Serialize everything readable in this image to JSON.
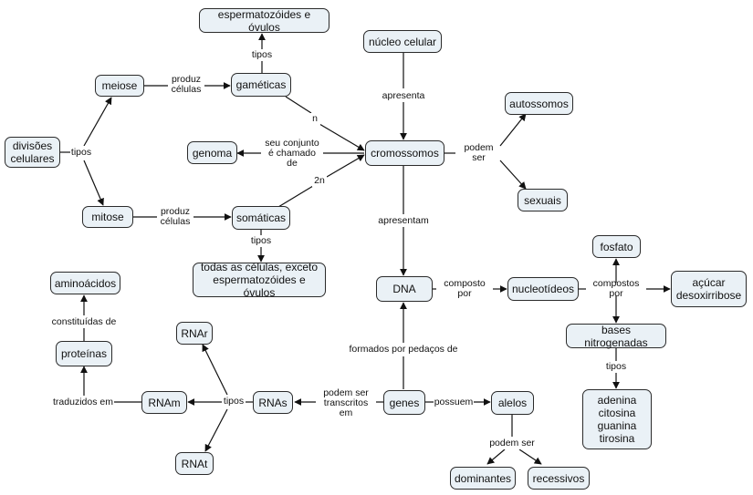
{
  "nodes": {
    "divisoes_celulares": "divisões\ncelulares",
    "meiose": "meiose",
    "mitose": "mitose",
    "gameticas": "gaméticas",
    "somaticas": "somáticas",
    "espermatozoides_ovulos": "espermatozóides e óvulos",
    "todas_celulas": "todas as células, exceto\nespermatozóides e óvulos",
    "nucleo_celular": "núcleo celular",
    "genoma": "genoma",
    "cromossomos": "cromossomos",
    "autossomos": "autossomos",
    "sexuais": "sexuais",
    "dna": "DNA",
    "nucleotideos": "nucleotídeos",
    "fosfato": "fosfato",
    "acucar": "açúcar\ndesoxirribose",
    "bases_nitrogenadas": "bases nitrogenadas",
    "adenina_etc": "adenina\ncitosina\nguanina\ntirosina",
    "aminoacidos": "aminoácidos",
    "proteinas": "proteínas",
    "rnar": "RNAr",
    "rnam": "RNAm",
    "rnas": "RNAs",
    "rnat": "RNAt",
    "genes": "genes",
    "alelos": "alelos",
    "dominantes": "dominantes",
    "recessivos": "recessivos"
  },
  "links": {
    "tipos_divisoes": "tipos",
    "produz_celulas_meiose": "produz\ncélulas",
    "produz_celulas_mitose": "produz\ncélulas",
    "tipos_gameticas": "tipos",
    "tipos_somaticas": "tipos",
    "n": "n",
    "dois_n": "2n",
    "apresenta": "apresenta",
    "seu_conjunto": "seu conjunto\né chamado de",
    "podem_ser_cromossomos": "podem ser",
    "apresentam": "apresentam",
    "composto_por": "composto por",
    "compostos_por": "compostos por",
    "tipos_bases": "tipos",
    "constituidas_de": "constituídas de",
    "traduzidos_em": "traduzidos em",
    "tipos_rnas": "tipos",
    "podem_ser_transcritos": "podem ser\ntranscritos em",
    "formados_por": "formados por pedaços de",
    "possuem": "possuem",
    "podem_ser_alelos": "podem ser"
  }
}
